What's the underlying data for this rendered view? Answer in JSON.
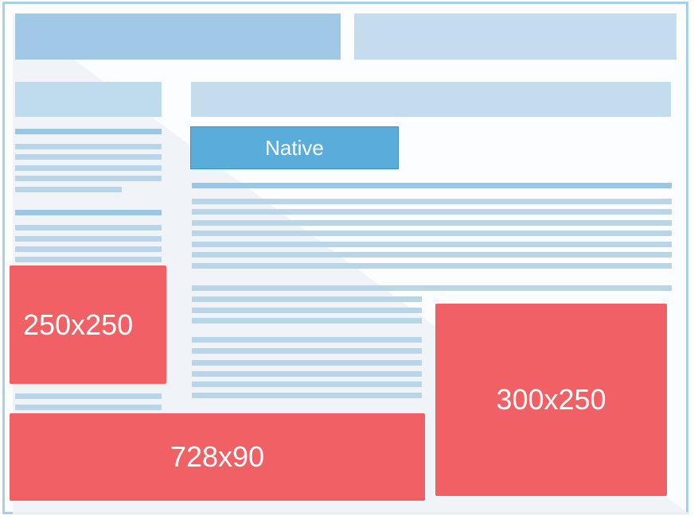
{
  "diagram": {
    "title": "Website ad placement wireframe",
    "header": {
      "blocks": [
        "logo-bar",
        "nav-bar"
      ]
    },
    "sidebar": {
      "heading_block": true,
      "line_groups": [
        6,
        5
      ]
    },
    "main": {
      "heading_block": true,
      "native_label": "Native",
      "line_groups": [
        8,
        4,
        6
      ]
    },
    "ads": {
      "square": {
        "label": "250x250"
      },
      "leaderboard": {
        "label": "728x90"
      },
      "medium_rectangle": {
        "label": "300x250"
      }
    },
    "colors": {
      "frame_border": "#a9cfe8",
      "header_primary": "#9fc9e7",
      "header_secondary": "#c3ddef",
      "text_line": "#b9d6e9",
      "native_fill": "#5aaddb",
      "ad_fill": "#f06065"
    }
  }
}
